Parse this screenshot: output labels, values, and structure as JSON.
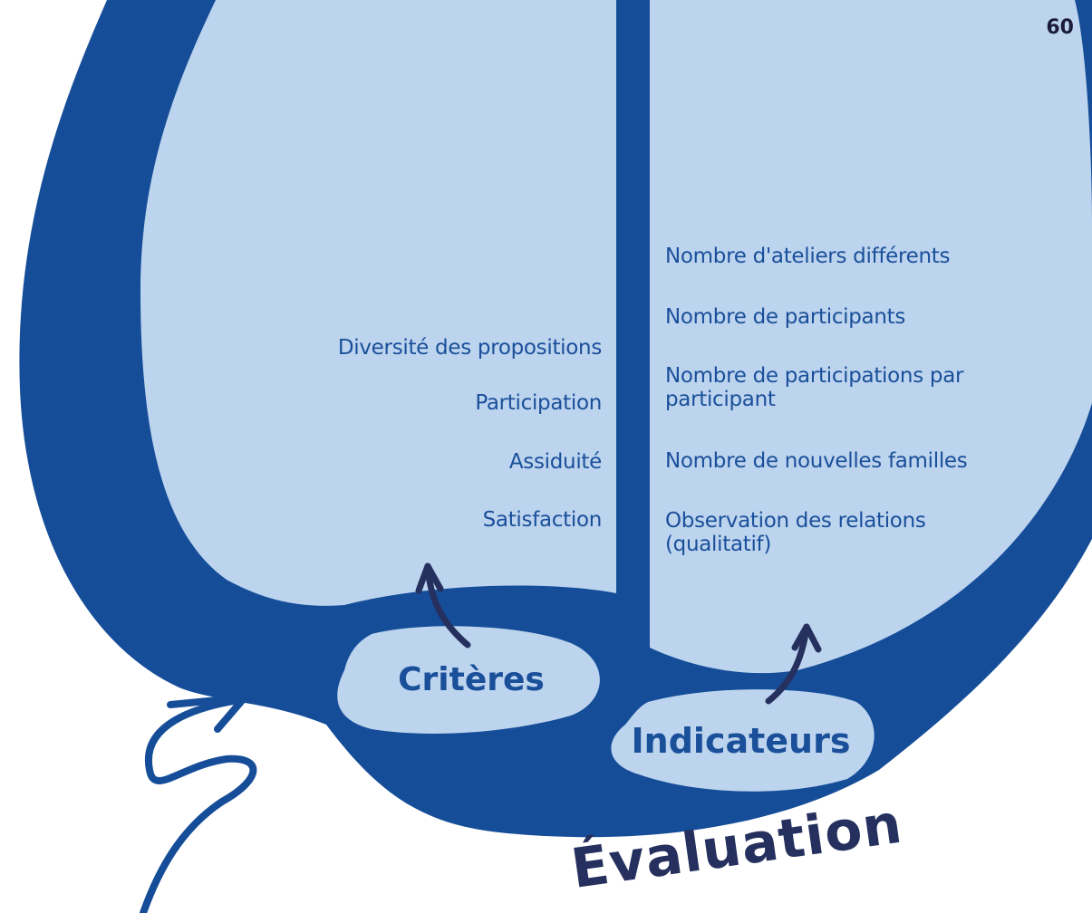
{
  "page_number": "60",
  "title": "Évaluation",
  "criteria": {
    "label": "Critères",
    "items": [
      "Diversité des propositions",
      "Participation",
      "Assiduité",
      "Satisfaction"
    ]
  },
  "indicators": {
    "label": "Indicateurs",
    "items": [
      "Nombre d'ateliers différents",
      "Nombre de participants",
      "Nombre de participations par participant",
      "Nombre de nouvelles familles",
      "Observation des relations (qualitatif)"
    ]
  },
  "colors": {
    "dark_blue": "#164d99",
    "light_blue": "#bcd4ee",
    "text_blue": "#1a4f9a",
    "navy": "#26305e"
  }
}
